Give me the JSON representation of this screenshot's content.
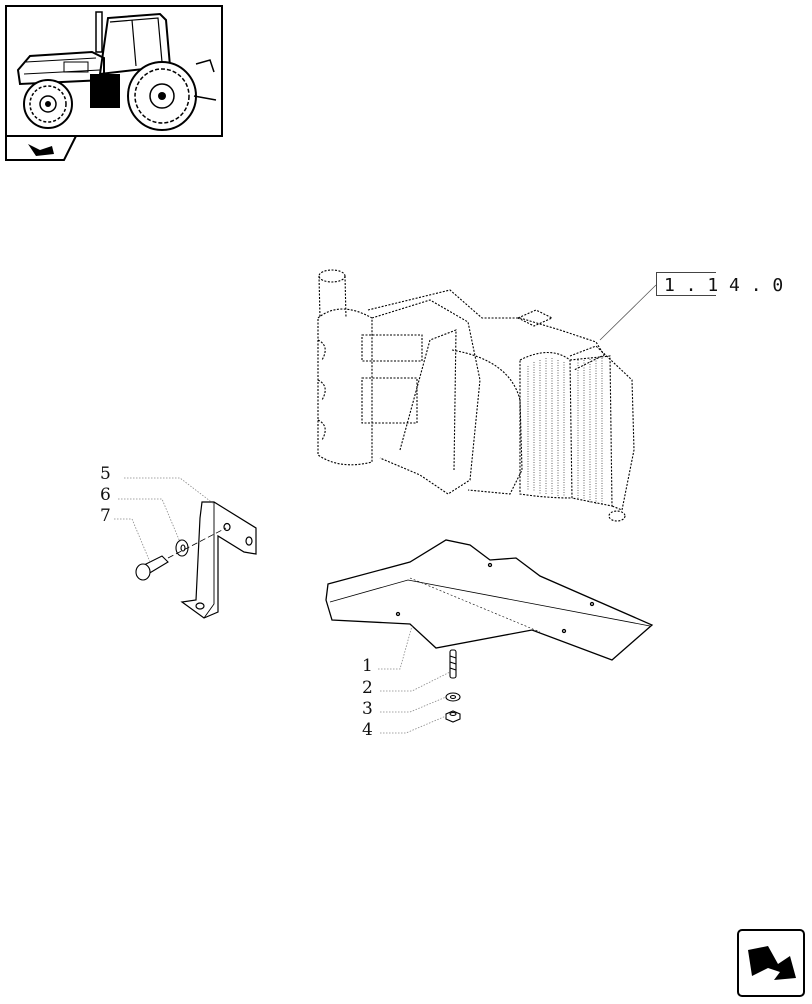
{
  "reference_label": "1 . 1 4 . 0",
  "callouts": [
    "1",
    "2",
    "3",
    "4",
    "5",
    "6",
    "7"
  ],
  "icons": {
    "thumbnail": "tractor-thumbnail-icon",
    "section": "section-arrow-icon",
    "navigation": "next-page-arrow-icon"
  }
}
